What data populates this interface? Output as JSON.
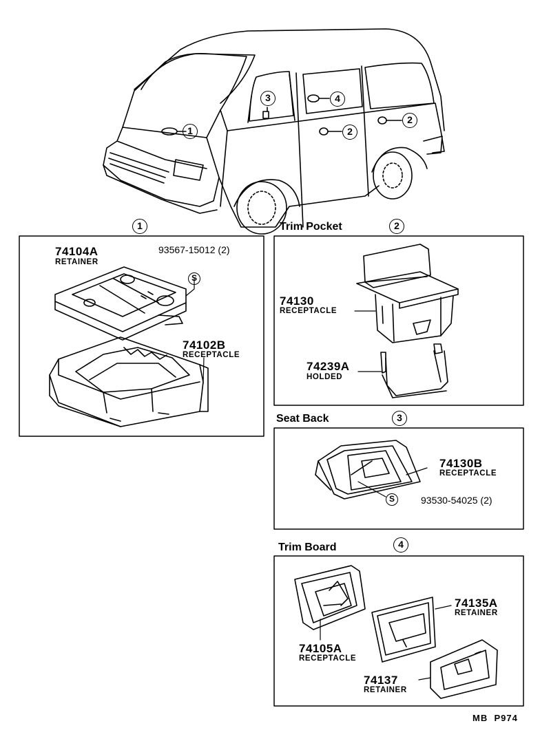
{
  "van": {
    "callouts": [
      "1",
      "2",
      "2",
      "3",
      "4"
    ]
  },
  "section1": {
    "number": "1",
    "parts": [
      {
        "number": "74104A",
        "name": "RETAINER"
      },
      {
        "number": "74102B",
        "name": "RECEPTACLE"
      }
    ],
    "hardware": {
      "symbol": "S",
      "number": "93567-15012",
      "qty": "(2)"
    }
  },
  "section2": {
    "title": "Trim Pocket",
    "number": "2",
    "parts": [
      {
        "number": "74130",
        "name": "RECEPTACLE"
      },
      {
        "number": "74239A",
        "name": "HOLDED"
      }
    ]
  },
  "section3": {
    "title": "Seat Back",
    "number": "3",
    "parts": [
      {
        "number": "74130B",
        "name": "RECEPTACLE"
      }
    ],
    "hardware": {
      "symbol": "S",
      "number": "93530-54025",
      "qty": "(2)"
    }
  },
  "section4": {
    "title": "Trim Board",
    "number": "4",
    "parts": [
      {
        "number": "74135A",
        "name": "RETAINER"
      },
      {
        "number": "74105A",
        "name": "RECEPTACLE"
      },
      {
        "number": "74137",
        "name": "RETAINER"
      }
    ]
  },
  "footer": {
    "ref": "MB  P974"
  }
}
